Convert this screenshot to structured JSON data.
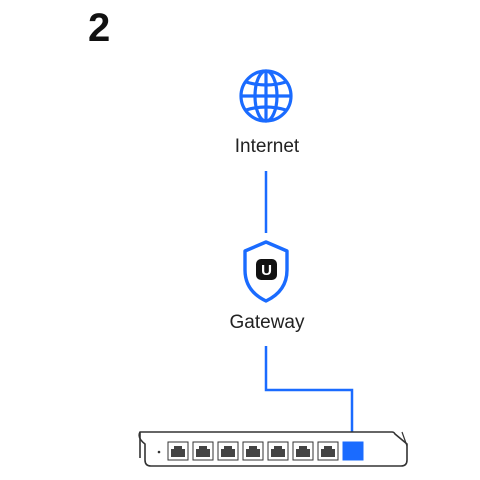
{
  "step": "2",
  "nodes": {
    "internet": {
      "label": "Internet",
      "icon": "globe-icon"
    },
    "gateway": {
      "label": "Gateway",
      "icon": "shield-logo-icon",
      "logo_text": "U"
    },
    "switch": {
      "icon": "network-switch-icon",
      "port_count": 8,
      "active_port": 8
    }
  },
  "colors": {
    "accent": "#1a6bff",
    "text": "#222222",
    "device_outline": "#333333",
    "port_fill": "#444444"
  }
}
